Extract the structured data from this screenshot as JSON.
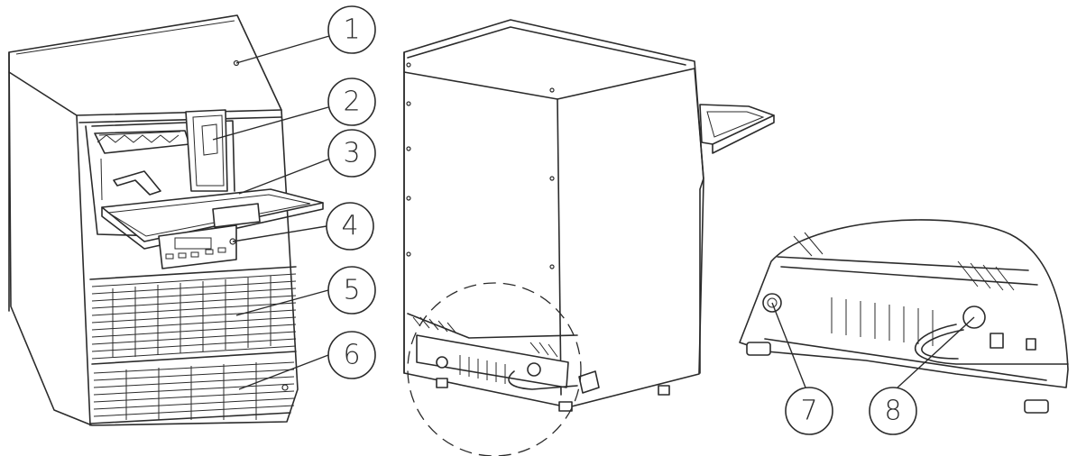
{
  "callouts": [
    {
      "id": "c1",
      "label": "1"
    },
    {
      "id": "c2",
      "label": "2"
    },
    {
      "id": "c3",
      "label": "3"
    },
    {
      "id": "c4",
      "label": "4"
    },
    {
      "id": "c5",
      "label": "5"
    },
    {
      "id": "c6",
      "label": "6"
    },
    {
      "id": "c7",
      "label": "7"
    },
    {
      "id": "c8",
      "label": "8"
    }
  ],
  "colors": {
    "line": "#2b2b2b",
    "background": "#ffffff"
  }
}
